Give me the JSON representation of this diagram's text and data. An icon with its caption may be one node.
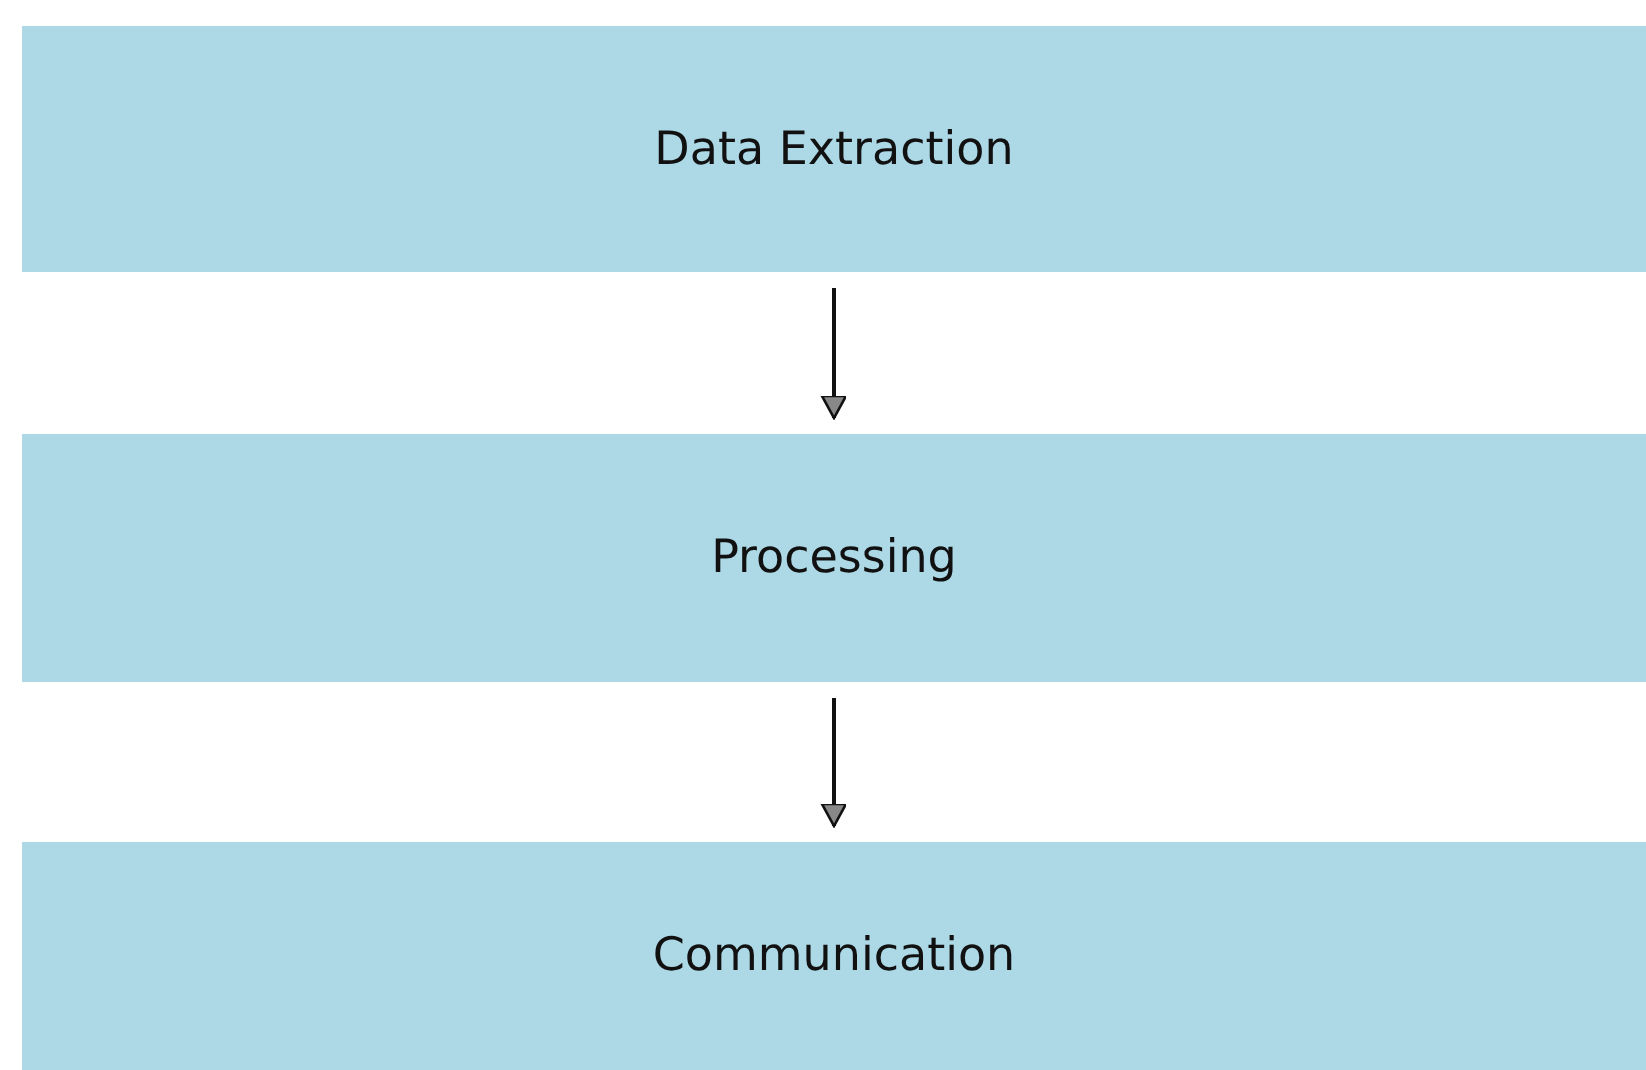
{
  "diagram": {
    "nodes": [
      {
        "text": [
          "Data Extraction"
        ]
      },
      {
        "text": [
          "Processing"
        ]
      },
      {
        "text": [
          "Communication"
        ]
      }
    ],
    "edges": [
      {
        "from": 0,
        "to": 1,
        "arrow": "to"
      },
      {
        "from": 1,
        "to": 2,
        "arrow": "to"
      }
    ]
  }
}
